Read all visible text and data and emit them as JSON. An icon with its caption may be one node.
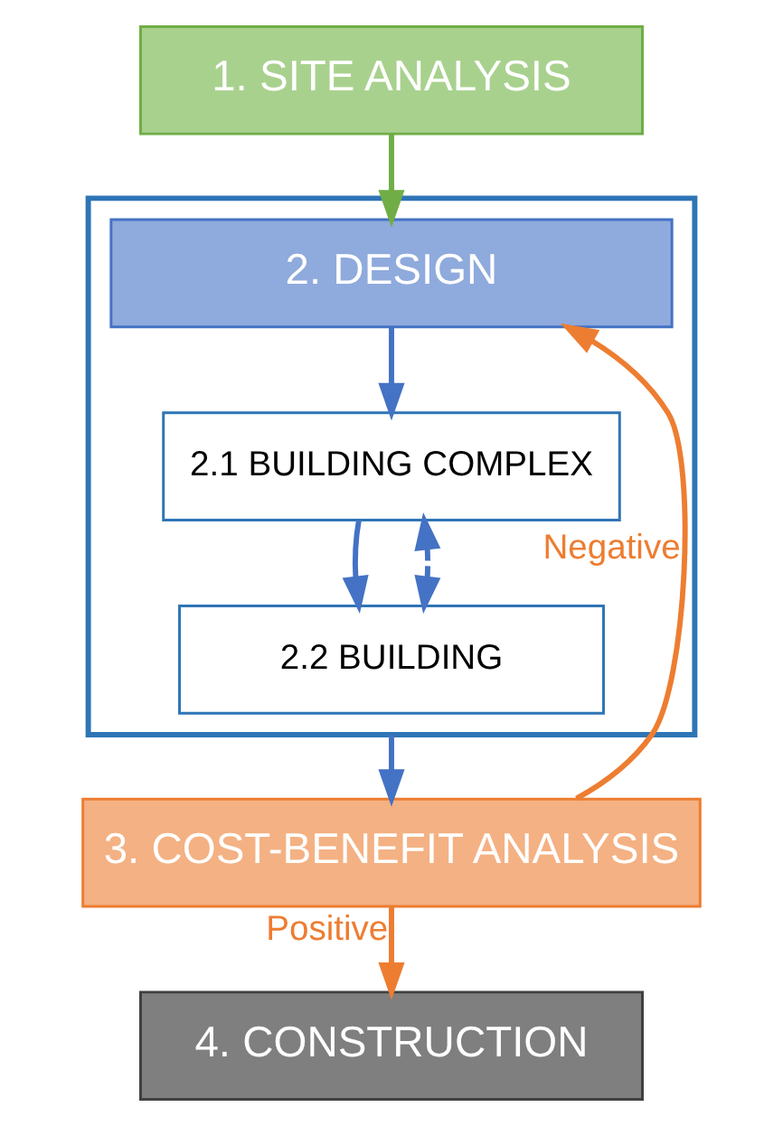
{
  "diagram": {
    "nodes": [
      {
        "text": [
          "1. SITE ANALYSIS"
        ]
      },
      {
        "text": [],
        "shape": "box"
      },
      {
        "text": [
          "2. DESIGN"
        ],
        "in": 1
      },
      {
        "text": [
          "2.1 BUILDING COMPLEX"
        ],
        "in": 1
      },
      {
        "text": [
          "2.2 BUILDING"
        ],
        "in": 1
      },
      {
        "text": [
          "3. COST-BENEFIT ANALYSIS"
        ]
      },
      {
        "text": [
          "4. CONSTRUCTION"
        ]
      }
    ],
    "edges": [
      {
        "from": 0,
        "to": 2,
        "arrow": "to",
        "color": "#70ad47"
      },
      {
        "from": 2,
        "to": 3,
        "arrow": "to"
      },
      {
        "from": 3,
        "to": 4,
        "arrow": "to"
      },
      {
        "from": 3,
        "to": 4,
        "arrow": "both",
        "style": "dashed"
      },
      {
        "from": 1,
        "to": 5,
        "arrow": "to"
      },
      {
        "from": 5,
        "to": 2,
        "arrow": "to",
        "label": "Negative",
        "color": "#ed7d31"
      },
      {
        "from": 5,
        "to": 6,
        "arrow": "to",
        "label": "Positive",
        "color": "#ed7d31"
      }
    ]
  }
}
